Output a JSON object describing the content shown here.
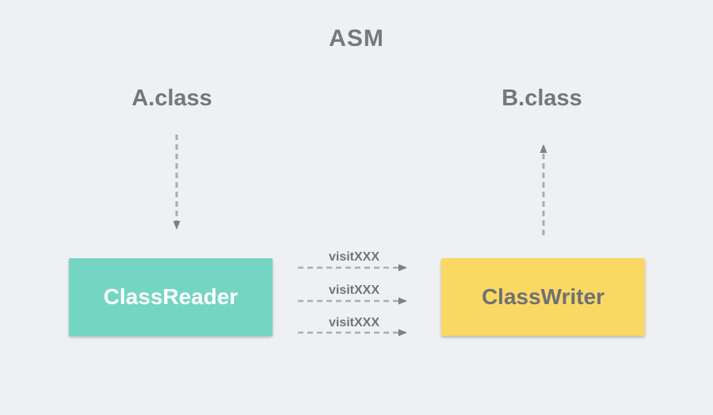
{
  "title": "ASM",
  "files": [
    {
      "label": "A.class"
    },
    {
      "label": "B.class"
    }
  ],
  "nodes": {
    "reader": {
      "label": "ClassReader"
    },
    "writer": {
      "label": "ClassWriter"
    }
  },
  "calls": [
    {
      "label": "visitXXX"
    },
    {
      "label": "visitXXX"
    },
    {
      "label": "visitXXX"
    }
  ],
  "colors": {
    "background": "#eef0f2",
    "reader-fill": "#74d6c2",
    "writer-fill": "#fad863",
    "reader-text": "#ffffff",
    "writer-text": "#6e7076",
    "label-text": "#75767d",
    "title-text": "#77787e",
    "call-text": "#737479",
    "arrow-stroke": "#aaacb0",
    "arrow-head": "#7d7f84"
  }
}
